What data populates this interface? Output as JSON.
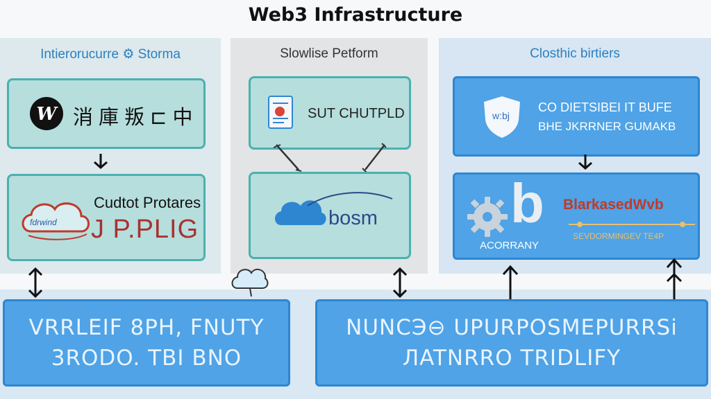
{
  "title": "Web3 Infrastructure",
  "panels": {
    "left": {
      "title": "Intieroruсurre ⚙ Storma",
      "box1_label": "消 庫 叛 ⊏ 中",
      "box2_top": "Cudtot Protares",
      "box2_main": "J P.PLIG",
      "cloud_label": "fdrwind"
    },
    "middle": {
      "title": "Slowlise Petform",
      "box1_label": "SUT CHUTPLD",
      "box2_label": "bosm"
    },
    "right": {
      "title": "Closthic birtiers",
      "box1_logo": "w:bj",
      "box1_line1": "CO DIETSIBEI IT BUFE",
      "box1_line2": "BHE JKRRNER GUMAKB",
      "box2_brand": "BlarkasedWvb",
      "box2_letter": "b",
      "box2_left_label": "ACORRANY",
      "box2_sub": "SEVDORMINGEV TE4P"
    }
  },
  "bottom": {
    "left_line1": "VRRLEIF 8PH, FNUTY",
    "left_line2": "3RODO. TBI BNO",
    "right_line1": "NUNCЭ⊖ UPURPOSMEPURRSi",
    "right_line2": "ЛATNRRO TRIDLIFY"
  },
  "colors": {
    "accent_blue": "#4fa3e6",
    "teal_box": "#b6dedd",
    "logo_red": "#c0392b"
  }
}
